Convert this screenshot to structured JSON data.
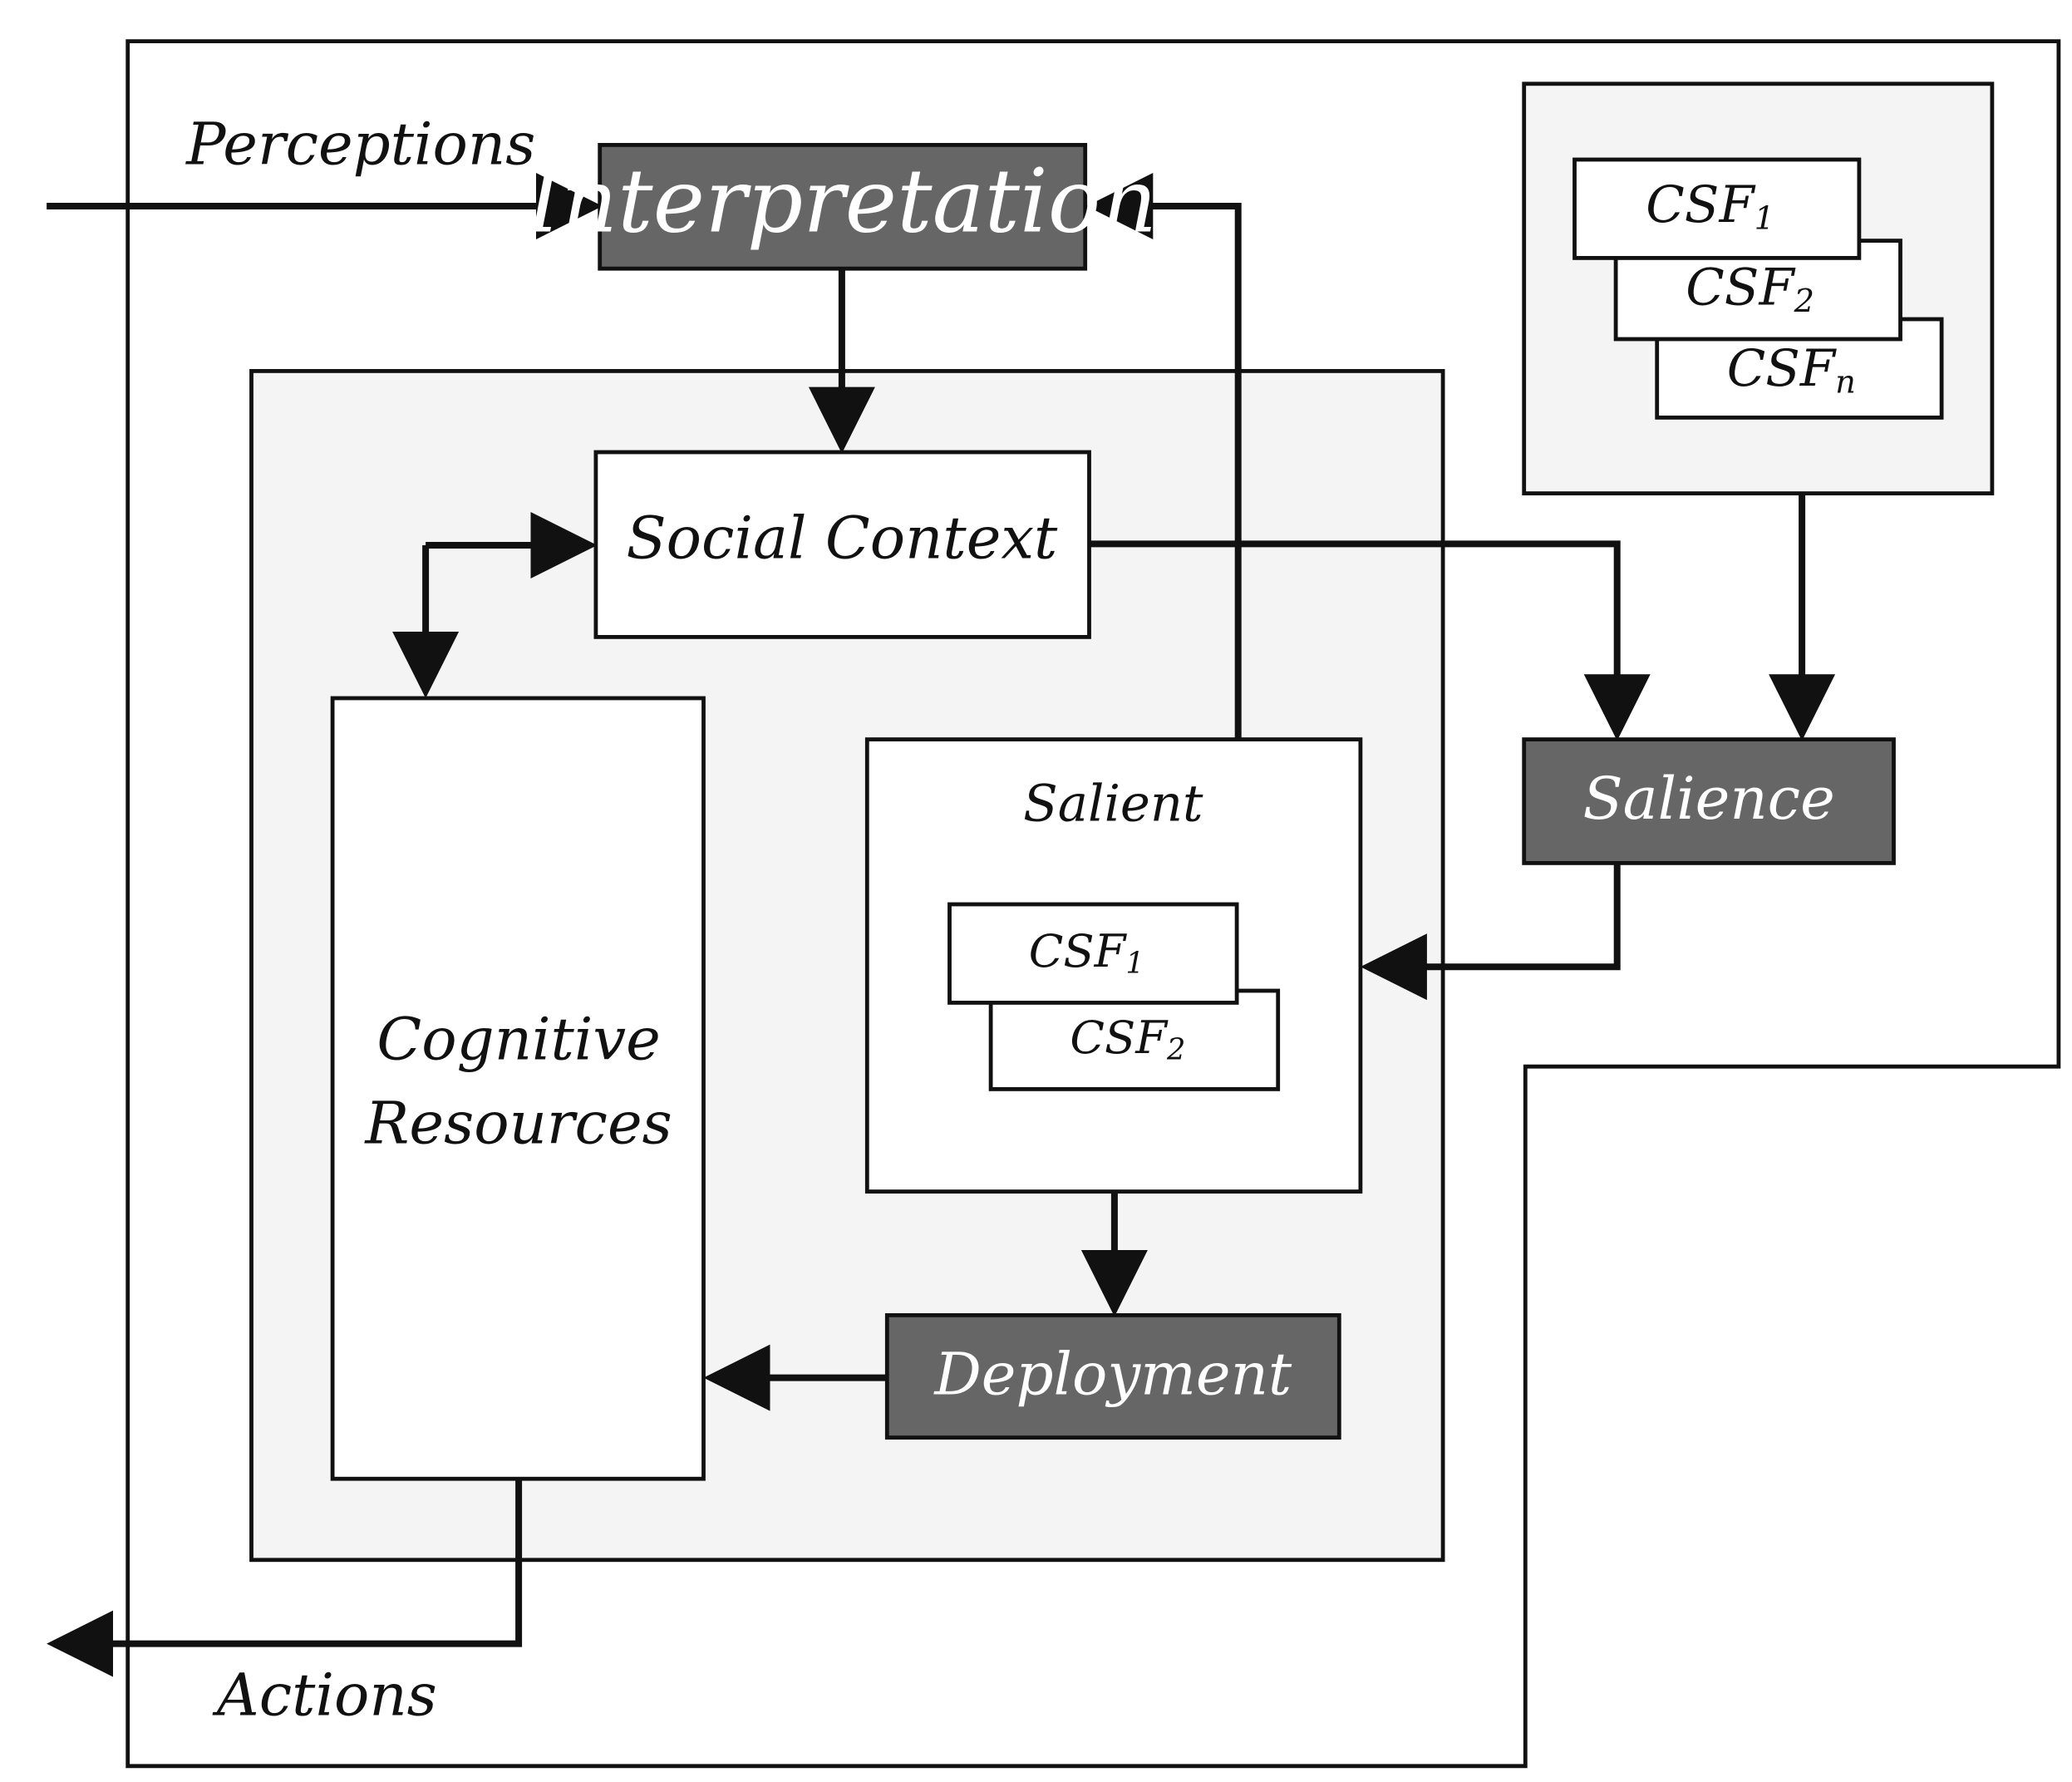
{
  "colors": {
    "dark_box": "#666666",
    "panel": "#f4f4f4",
    "stroke": "#111111",
    "dark_text": "#ffffff",
    "light_text": "#111111"
  },
  "labels": {
    "perceptions": "Perceptions",
    "actions": "Actions",
    "interpretation": "Interpretation",
    "social_context": "Social Context",
    "cognitive_line1": "Cognitive",
    "cognitive_line2": "Resources",
    "salient": "Salient",
    "salience": "Salience",
    "deployment": "Deployment"
  },
  "csf": {
    "base": "CSF",
    "sub_1": "1",
    "sub_2": "2",
    "sub_n": "n"
  }
}
